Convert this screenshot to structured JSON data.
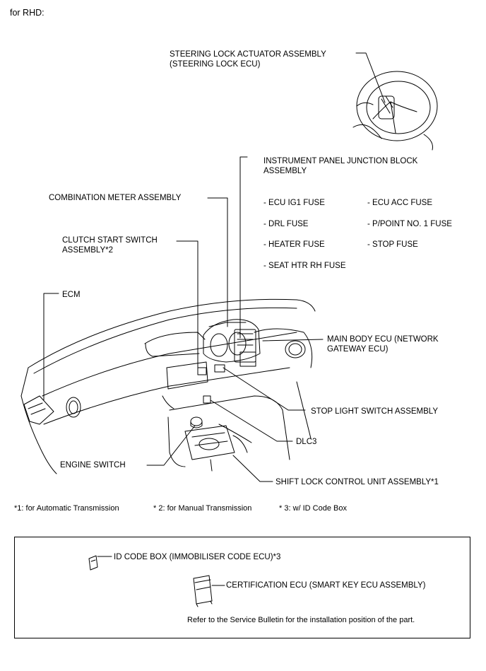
{
  "header": {
    "title": "for RHD:"
  },
  "labels": {
    "steering_lock": "STEERING LOCK ACTUATOR ASSEMBLY\n(STEERING LOCK ECU)",
    "junction_block": "INSTRUMENT PANEL JUNCTION BLOCK\nASSEMBLY",
    "combination_meter": "COMBINATION METER ASSEMBLY",
    "clutch_switch": "CLUTCH START SWITCH\nASSEMBLY*2",
    "ecm": "ECM",
    "main_body_ecu": "MAIN BODY ECU (NETWORK\nGATEWAY ECU)",
    "stop_light_switch": "STOP LIGHT SWITCH ASSEMBLY",
    "dlc3": "DLC3",
    "engine_switch": "ENGINE SWITCH",
    "shift_lock": "SHIFT LOCK CONTROL UNIT ASSEMBLY*1"
  },
  "fuses": {
    "ecu_ig1": "- ECU IG1 FUSE",
    "ecu_acc": "- ECU ACC FUSE",
    "drl": "- DRL FUSE",
    "p_point": "- P/POINT NO. 1 FUSE",
    "heater": "- HEATER FUSE",
    "stop": "- STOP FUSE",
    "seat_htr": "- SEAT HTR RH FUSE"
  },
  "footnotes": {
    "n1": "*1: for Automatic Transmission",
    "n2": "* 2: for Manual Transmission",
    "n3": "* 3: w/ ID Code Box"
  },
  "box": {
    "id_code_box": "ID CODE BOX (IMMOBILISER CODE ECU)*3",
    "certification_ecu": "CERTIFICATION ECU (SMART KEY ECU ASSEMBLY)",
    "note": "Refer to the Service Bulletin for the installation position of the part."
  }
}
